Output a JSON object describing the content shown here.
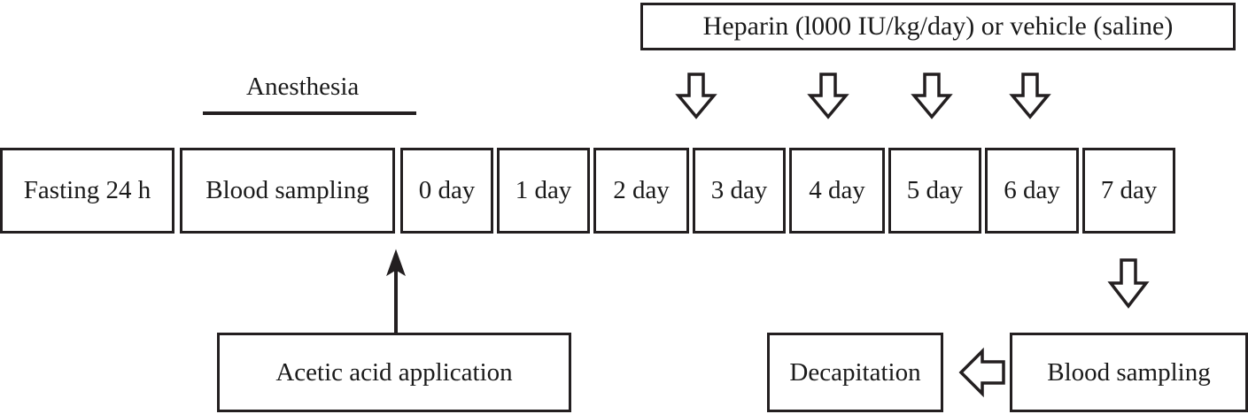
{
  "diagram": {
    "title_box": {
      "label": "Heparin (l000 IU/kg/day) or vehicle (saline)"
    },
    "anesthesia_label": "Anesthesia",
    "timeline": {
      "cells": [
        {
          "label": "Fasting 24 h"
        },
        {
          "label": "Blood sampling"
        },
        {
          "label": "0 day"
        },
        {
          "label": "1 day"
        },
        {
          "label": "2 day"
        },
        {
          "label": "3 day"
        },
        {
          "label": "4 day"
        },
        {
          "label": "5 day"
        },
        {
          "label": "6 day"
        },
        {
          "label": "7 day"
        }
      ]
    },
    "bottom": {
      "acetic_acid": "Acetic acid application",
      "decapitation": "Decapitation",
      "blood_sampling": "Blood sampling"
    },
    "icons": {
      "dose_arrow": "arrow-down-block-icon",
      "terminal_arrow": "arrow-down-block-icon",
      "left_arrow": "arrow-left-block-icon",
      "up_arrow": "arrow-up-line-icon"
    },
    "colors": {
      "stroke": "#231f20",
      "fill": "#ffffff",
      "text": "#1a1a1a"
    }
  }
}
